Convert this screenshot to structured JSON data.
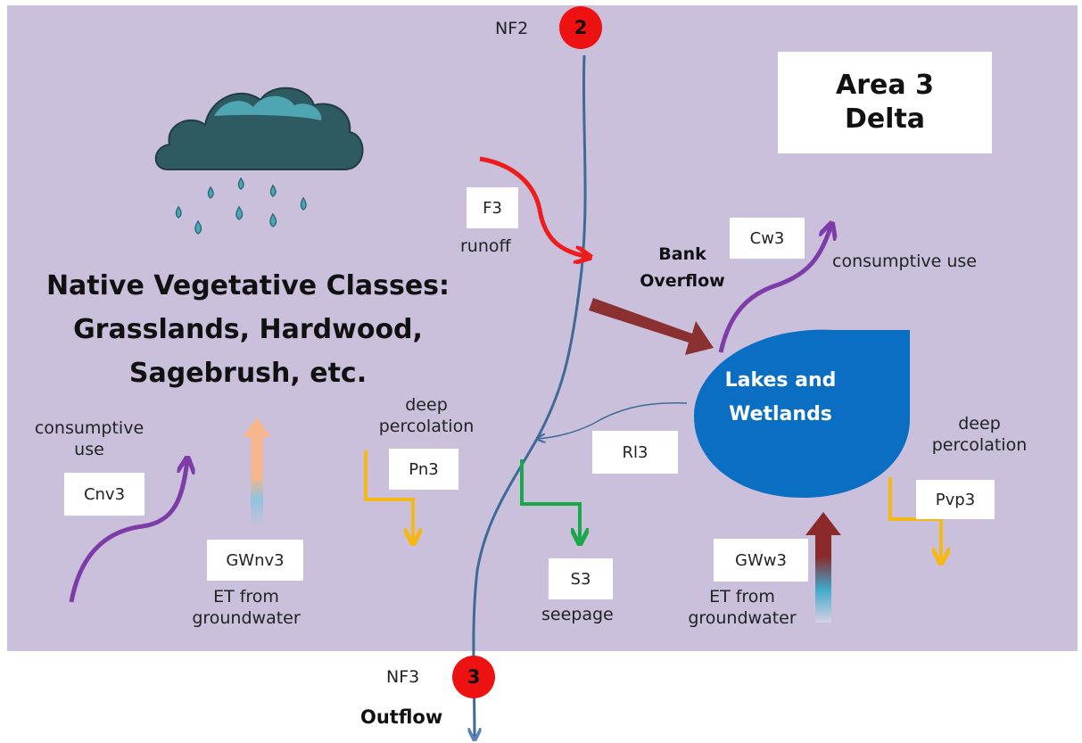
{
  "title": {
    "line1": "Area 3",
    "line2": "Delta"
  },
  "vegetation": {
    "line1": "Native Vegetative Classes:",
    "line2": "Grasslands, Hardwood,",
    "line3": "Sagebrush, etc."
  },
  "nodes": {
    "upstream": {
      "number": "2",
      "label": "NF2"
    },
    "downstream": {
      "number": "3",
      "label": "NF3"
    }
  },
  "outflow": "Outflow",
  "bank_overflow": {
    "line1": "Bank",
    "line2": "Overflow"
  },
  "lake": {
    "line1": "Lakes and",
    "line2": "Wetlands"
  },
  "boxes": {
    "f3": "F3",
    "cw3": "Cw3",
    "cnv3": "Cnv3",
    "gwnv3": "GWnv3",
    "pn3": "Pn3",
    "rl3": "Rl3",
    "s3": "S3",
    "gww3": "GWw3",
    "pvp3": "Pvp3"
  },
  "labels": {
    "runoff": "runoff",
    "consumptive_use_right": "consumptive use",
    "consumptive_use_left_1": "consumptive",
    "consumptive_use_left_2": "use",
    "et_left_1": "ET from",
    "et_left_2": "groundwater",
    "deep_perc_left_1": "deep",
    "deep_perc_left_2": "percolation",
    "seepage": "seepage",
    "et_right_1": "ET from",
    "et_right_2": "groundwater",
    "deep_perc_right_1": "deep",
    "deep_perc_right_2": "percolation"
  },
  "colors": {
    "background": "#cbc0dc",
    "river": "#3f6a96",
    "lake": "#0a6fc2",
    "runoff": "#ee1c1c",
    "consumptive": "#7d3ca8",
    "percolation": "#f5b814",
    "seepage": "#1ba84a",
    "bank_overflow": "#8b3030",
    "node": "#ee1111"
  },
  "icons": [
    "rain-cloud-icon"
  ]
}
